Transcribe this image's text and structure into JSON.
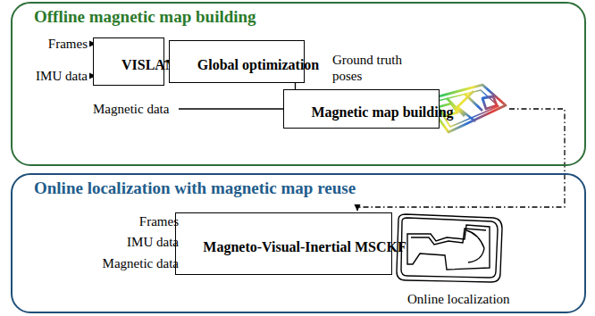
{
  "diagram": {
    "nodes": [
      {
        "text": [
          "Offline magnetic map building"
        ]
      },
      {
        "text": [
          "VISLAM"
        ],
        "in": 0
      },
      {
        "text": [
          "Global optimization"
        ],
        "in": 0
      },
      {
        "text": [
          "Magnetic map building"
        ],
        "in": 0
      },
      {
        "text": [
          "Online localization with magnetic map reuse"
        ]
      },
      {
        "text": [
          "Magneto-Visual-Inertial MSCKF"
        ],
        "in": 4
      }
    ],
    "edges": [
      {
        "from": 1,
        "to": 2,
        "arrow": "none"
      },
      {
        "from": 2,
        "to": 3,
        "arrow": "none"
      }
    ],
    "labels": [
      "Frames",
      "IMU data",
      "Ground truth poses",
      "Magnetic data",
      "Frames",
      "IMU data",
      "Magnetic data",
      "Online localization"
    ]
  }
}
